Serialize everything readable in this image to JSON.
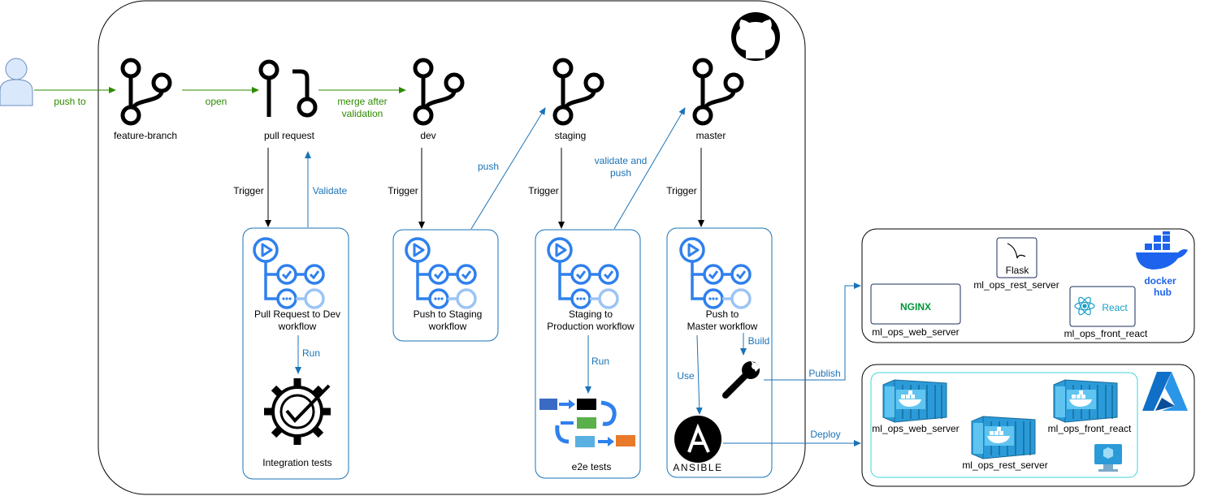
{
  "nodes": {
    "feature_branch": "feature-branch",
    "pull_request": "pull request",
    "dev": "dev",
    "staging": "staging",
    "master": "master"
  },
  "edges": {
    "push_to": "push to",
    "open": "open",
    "merge_line1": "merge after",
    "merge_line2": "validation",
    "trigger": "Trigger",
    "validate": "Validate",
    "push": "push",
    "validate_push_line1": "validate and",
    "validate_push_line2": "push",
    "run": "Run",
    "build": "Build",
    "use": "Use",
    "publish": "Publish",
    "deploy": "Deploy"
  },
  "workflows": {
    "pr_to_dev": [
      "Pull Request to Dev",
      "workflow"
    ],
    "push_staging": [
      "Push to Staging",
      "workflow"
    ],
    "staging_prod": [
      "Staging to",
      "Production workflow"
    ],
    "push_master": [
      "Push to",
      "Master workflow"
    ]
  },
  "tests": {
    "integration": "Integration tests",
    "e2e": "e2e tests"
  },
  "dockerhub": {
    "nginx_logo": "NGINX",
    "flask_logo": "Flask",
    "react_logo": "React",
    "docker_logo_line1": "docker",
    "docker_logo_line2": "hub",
    "web_server": "ml_ops_web_server",
    "rest_server": "ml_ops_rest_server",
    "front_react": "ml_ops_front_react"
  },
  "azure": {
    "web_server": "ml_ops_web_server",
    "rest_server": "ml_ops_rest_server",
    "front_react": "ml_ops_front_react"
  },
  "ansible_logo": "ANSIBLE",
  "colors": {
    "green": "#2d8a00",
    "blue": "#1a73b8",
    "workflow_icon": "#2f80ed",
    "azure_frame": "#3fd5d5"
  }
}
